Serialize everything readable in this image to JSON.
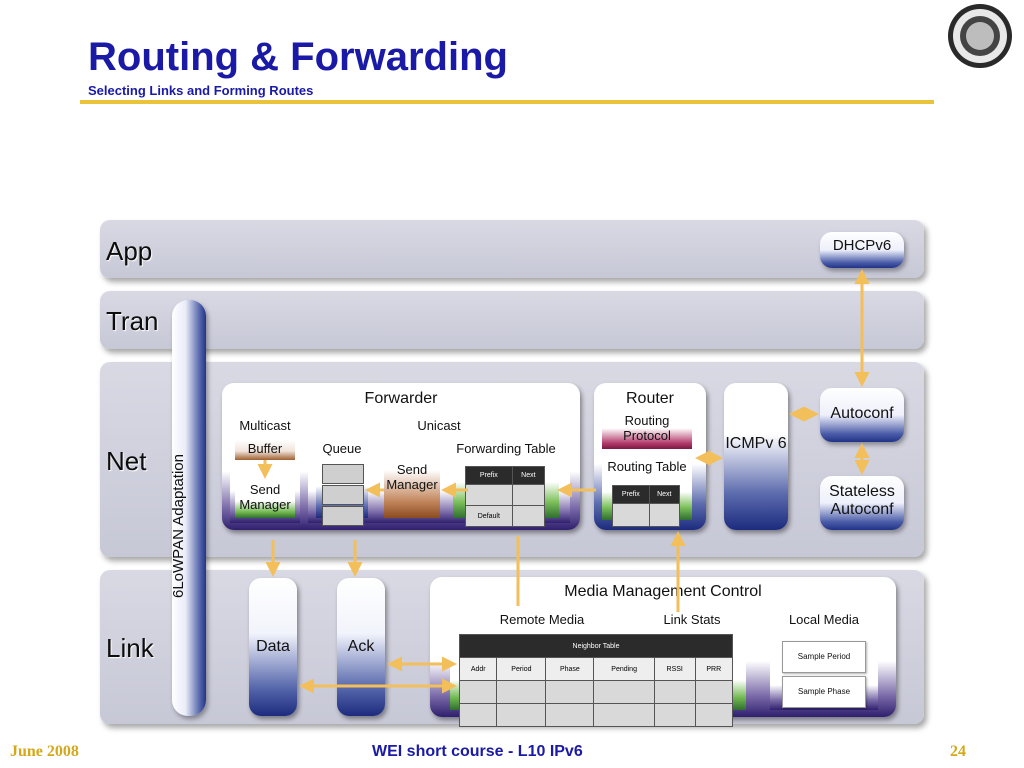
{
  "header": {
    "title": "Routing & Forwarding",
    "subtitle": "Selecting Links and Forming Routes"
  },
  "layers": {
    "app": "App",
    "tran": "Tran",
    "net": "Net",
    "link": "Link"
  },
  "adaptation": "6LoWPAN Adaptation",
  "app_layer": {
    "dhcp": "DHCPv6"
  },
  "net_layer": {
    "forwarder": {
      "title": "Forwarder",
      "multicast": "Multicast",
      "buffer": "Buffer",
      "send_manager": "Send Manager",
      "unicast": "Unicast",
      "queue": "Queue",
      "send_manager2": "Send Manager",
      "forwarding_table": "Forwarding Table",
      "fwd_cols": [
        "Prefix",
        "Next"
      ],
      "fwd_default": "Default"
    },
    "router": {
      "title": "Router",
      "routing_protocol": "Routing Protocol",
      "routing_table": "Routing Table",
      "cols": [
        "Prefix",
        "Next"
      ]
    },
    "icmp": "ICMPv 6",
    "autoconf": "Autoconf",
    "stateless": "Stateless Autoconf"
  },
  "link_layer": {
    "data": "Data",
    "ack": "Ack",
    "mmc": {
      "title": "Media Management Control",
      "remote_media": "Remote Media",
      "link_stats": "Link Stats",
      "local_media": "Local Media",
      "neighbor_table": "Neighbor Table",
      "cols": [
        "Addr",
        "Period",
        "Phase",
        "Pending",
        "RSSI",
        "PRR"
      ],
      "sample_period": "Sample Period",
      "sample_phase": "Sample Phase"
    }
  },
  "footer": {
    "date": "June 2008",
    "course": "WEI short course - L10 IPv6",
    "page": "24"
  }
}
